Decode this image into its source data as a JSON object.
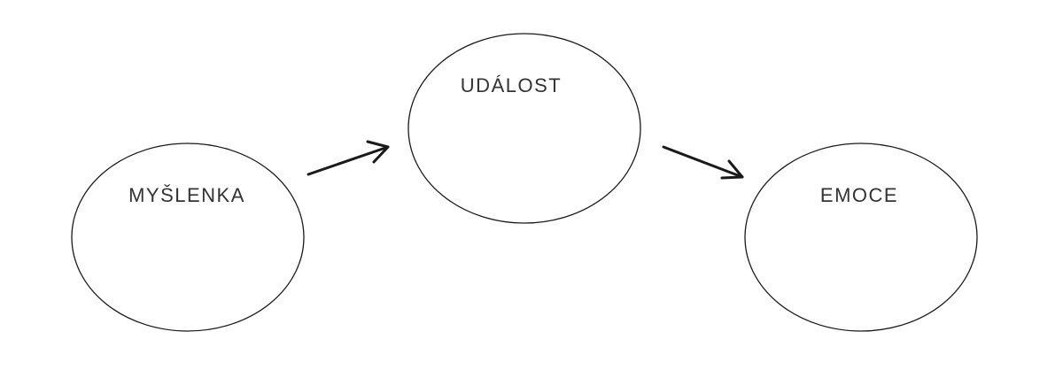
{
  "diagram": {
    "nodes": {
      "thought": {
        "label": "MYŠLENKA"
      },
      "event": {
        "label": "UDÁLOST"
      },
      "emotion": {
        "label": "EMOCE"
      }
    },
    "edges": [
      {
        "from": "thought",
        "to": "event"
      },
      {
        "from": "event",
        "to": "emotion"
      }
    ],
    "colors": {
      "stroke": "#1a1a1a",
      "text": "#333333",
      "background": "#ffffff"
    }
  }
}
